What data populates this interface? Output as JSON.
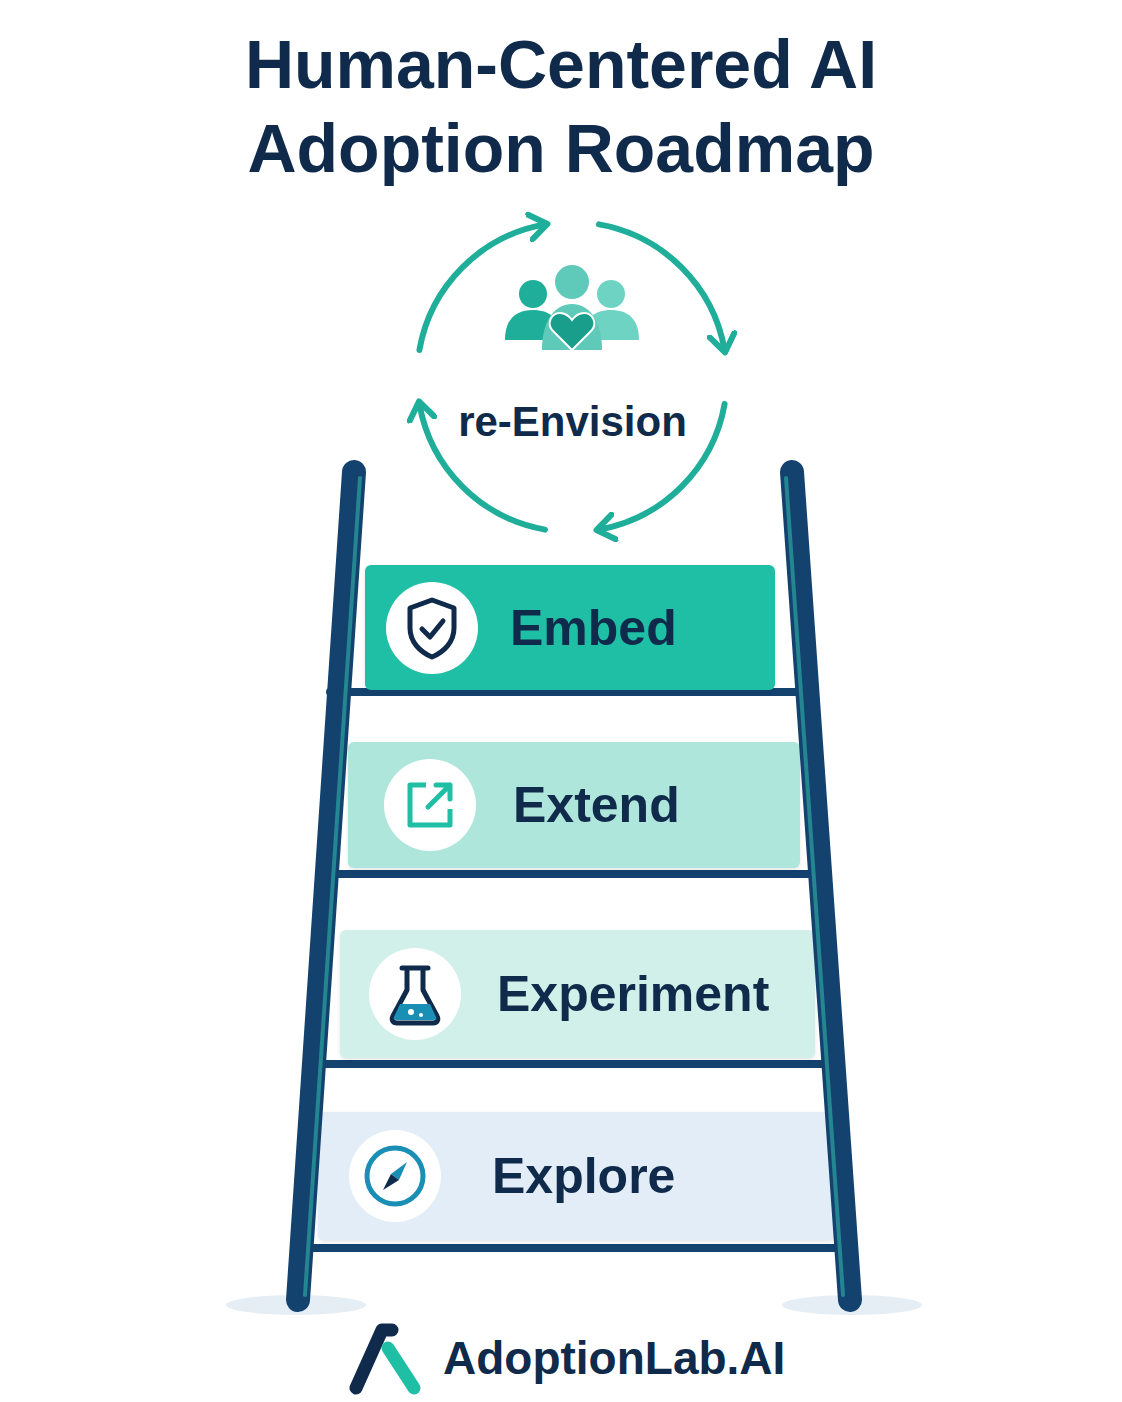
{
  "diagram": {
    "title": "Human-Centered AI Adoption Roadmap",
    "nodes": [
      {
        "text": [
          "re-Envision"
        ]
      },
      {
        "text": [
          "Embed"
        ]
      },
      {
        "text": [
          "Extend"
        ]
      },
      {
        "text": [
          "Experiment"
        ]
      },
      {
        "text": [
          "Explore"
        ]
      }
    ],
    "labels": [
      "AdoptionLab.AI"
    ]
  }
}
